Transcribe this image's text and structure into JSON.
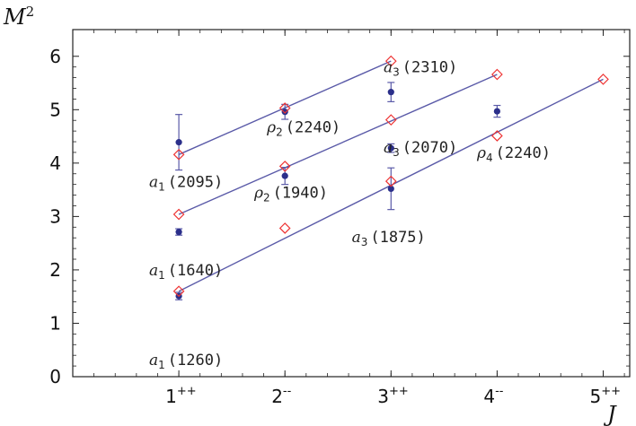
{
  "chart_data": {
    "type": "scatter",
    "title": "",
    "xlabel": "J",
    "ylabel": "M",
    "ylabel_superscript": "2",
    "xlim": [
      0,
      5.25
    ],
    "ylim": [
      0,
      6.5
    ],
    "grid": false,
    "x_ticks": [
      {
        "x": 1,
        "base": "1",
        "sup": "++"
      },
      {
        "x": 2,
        "base": "2",
        "sup": "--"
      },
      {
        "x": 3,
        "base": "3",
        "sup": "++"
      },
      {
        "x": 4,
        "base": "4",
        "sup": "--"
      },
      {
        "x": 5,
        "base": "5",
        "sup": "++"
      }
    ],
    "y_ticks": [
      "0",
      "1",
      "2",
      "3",
      "4",
      "5",
      "6"
    ],
    "colors": {
      "measured": "#2b2f8a",
      "predicted": "#ee3333",
      "fit_line": "#5a5aa8"
    },
    "series": [
      {
        "kind": "measured",
        "points": [
          {
            "x": 1,
            "y": 1.51,
            "err": 0.07
          },
          {
            "x": 1,
            "y": 2.71,
            "err": 0.06
          },
          {
            "x": 1,
            "y": 4.39,
            "err": 0.52
          },
          {
            "x": 2,
            "y": 3.76,
            "err": 0.16
          },
          {
            "x": 2,
            "y": 4.96,
            "err": 0.14
          },
          {
            "x": 3,
            "y": 3.52,
            "err": 0.39
          },
          {
            "x": 3,
            "y": 4.28,
            "err": 0.08
          },
          {
            "x": 3,
            "y": 5.33,
            "err": 0.18
          },
          {
            "x": 4,
            "y": 4.97,
            "err": 0.11
          }
        ]
      },
      {
        "kind": "predicted",
        "points": [
          {
            "x": 1,
            "y": 1.6
          },
          {
            "x": 2,
            "y": 2.78
          },
          {
            "x": 3,
            "y": 3.66
          },
          {
            "x": 4,
            "y": 4.51
          },
          {
            "x": 5,
            "y": 5.57
          },
          {
            "x": 1,
            "y": 3.04
          },
          {
            "x": 2,
            "y": 3.94
          },
          {
            "x": 3,
            "y": 4.81
          },
          {
            "x": 4,
            "y": 5.66
          },
          {
            "x": 1,
            "y": 4.16
          },
          {
            "x": 2,
            "y": 5.03
          },
          {
            "x": 3,
            "y": 5.91
          }
        ]
      }
    ],
    "trajectories": [
      {
        "x": [
          1,
          5
        ],
        "y": [
          1.6,
          5.57
        ]
      },
      {
        "x": [
          1,
          4
        ],
        "y": [
          3.04,
          5.66
        ]
      },
      {
        "x": [
          1,
          3
        ],
        "y": [
          4.16,
          5.91
        ]
      }
    ],
    "annotations": [
      {
        "symbol": "a",
        "sub": "1",
        "mass": "(1260)",
        "x": 0.72,
        "y": 0.22
      },
      {
        "symbol": "a",
        "sub": "1",
        "mass": "(1640)",
        "x": 0.72,
        "y": 1.9
      },
      {
        "symbol": "a",
        "sub": "1",
        "mass": "(2095)",
        "x": 0.72,
        "y": 3.55
      },
      {
        "symbol": "ρ",
        "sub": "2",
        "mass": "(1940)",
        "x": 1.71,
        "y": 3.35
      },
      {
        "symbol": "ρ",
        "sub": "2",
        "mass": "(2240)",
        "x": 1.83,
        "y": 4.58
      },
      {
        "symbol": "a",
        "sub": "3",
        "mass": "(1875)",
        "x": 2.63,
        "y": 2.52
      },
      {
        "symbol": "a",
        "sub": "3",
        "mass": "(2070)",
        "x": 2.93,
        "y": 4.2
      },
      {
        "symbol": "a",
        "sub": "3",
        "mass": "(2310)",
        "x": 2.93,
        "y": 5.7
      },
      {
        "symbol": "ρ",
        "sub": "4",
        "mass": "(2240)",
        "x": 3.81,
        "y": 4.1
      }
    ]
  }
}
